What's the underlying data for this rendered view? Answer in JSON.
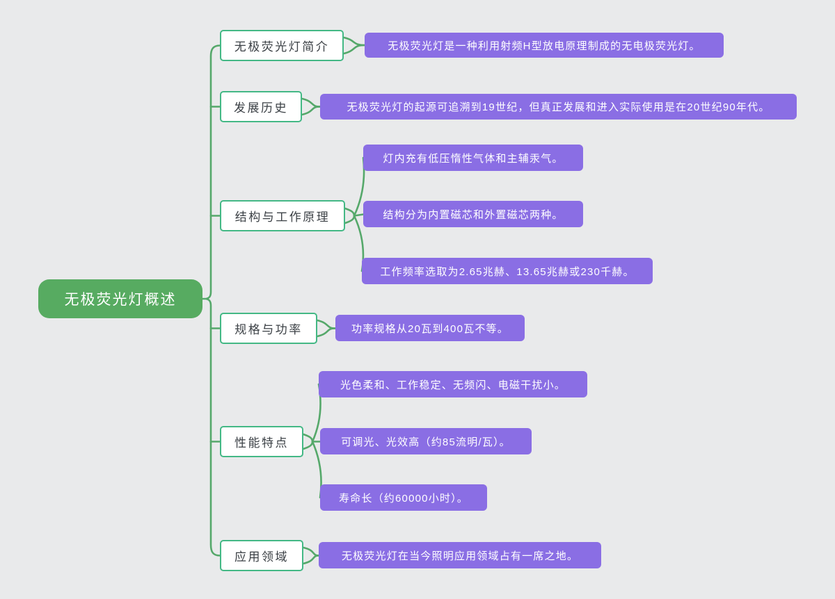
{
  "root": {
    "label": "无极荧光灯概述"
  },
  "branches": [
    {
      "label": "无极荧光灯简介",
      "leaves": [
        "无极荧光灯是一种利用射频H型放电原理制成的无电极荧光灯。"
      ]
    },
    {
      "label": "发展历史",
      "leaves": [
        "无极荧光灯的起源可追溯到19世纪，但真正发展和进入实际使用是在20世纪90年代。"
      ]
    },
    {
      "label": "结构与工作原理",
      "leaves": [
        "灯内充有低压惰性气体和主辅汞气。",
        "结构分为内置磁芯和外置磁芯两种。",
        "工作频率选取为2.65兆赫、13.65兆赫或230千赫。"
      ]
    },
    {
      "label": "规格与功率",
      "leaves": [
        "功率规格从20瓦到400瓦不等。"
      ]
    },
    {
      "label": "性能特点",
      "leaves": [
        "光色柔和、工作稳定、无频闪、电磁干扰小。",
        "可调光、光效高（约85流明/瓦）。",
        "寿命长（约60000小时）。"
      ]
    },
    {
      "label": "应用领域",
      "leaves": [
        "无极荧光灯在当今照明应用领域占有一席之地。"
      ]
    }
  ],
  "colors": {
    "background": "#E9EAEB",
    "root_fill": "#57AB61",
    "root_text": "#FFFFFF",
    "branch_border": "#43B885",
    "branch_text": "#3B4045",
    "leaf_fill": "#8A6EE4",
    "leaf_text": "#FFFFFF",
    "line": "#55A86A"
  }
}
